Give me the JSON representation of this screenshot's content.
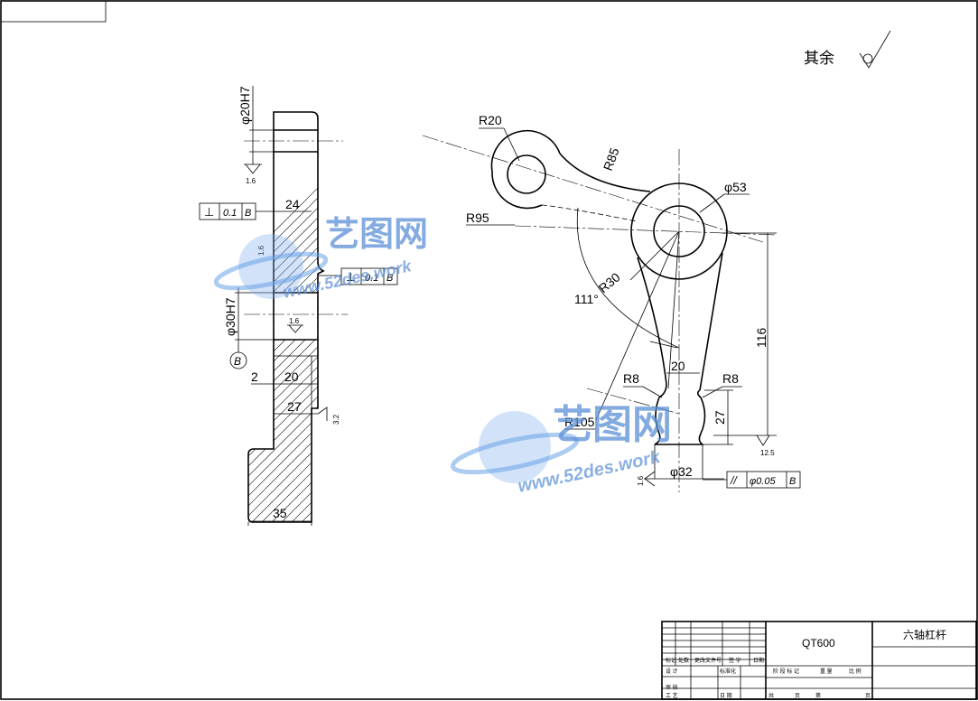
{
  "surface_note": {
    "label": "其余",
    "roughness_symbol": "roughness-machined-icon"
  },
  "section_view": {
    "dims": {
      "hole_top": "φ20H7",
      "hole_bottom": "φ30H7",
      "d24": "24",
      "d2": "2",
      "d20": "20",
      "d27": "27",
      "d35": "35"
    },
    "roughness": {
      "r1": "1.6",
      "r2": "1.6",
      "r3": "1.6",
      "r4": "3.2"
    },
    "tolerance_1": {
      "symbol": "⊥",
      "value": "0.1",
      "datum": "B"
    },
    "tolerance_2": {
      "symbol": "⊥",
      "value": "0.1",
      "datum": "B"
    },
    "datum_label": "B"
  },
  "front_view": {
    "dims": {
      "r20": "R20",
      "r85": "R85",
      "d53": "φ53",
      "r95": "R95",
      "r30": "R30",
      "a111": "111°",
      "d116": "116",
      "d20": "20",
      "r8_left": "R8",
      "r8_right": "R8",
      "r105": "R105",
      "d27": "27",
      "d32": "φ32"
    },
    "roughness": {
      "r1": "1.6",
      "r2": "12.5"
    },
    "tolerance": {
      "symbol": "//",
      "value": "φ0.05",
      "datum": "B"
    }
  },
  "title_block": {
    "material": "QT600",
    "part_name": "六轴杠杆",
    "row_labels": [
      "标记",
      "处数",
      "更改文件号",
      "签  字",
      "日期"
    ],
    "left_labels": [
      "设  计",
      "标准化",
      "审  核",
      "工  艺",
      "日  期"
    ],
    "stage_labels": [
      "阶  段  标  记",
      "重  量",
      "比  例"
    ],
    "sheet_labels": [
      "共",
      "页",
      "第",
      "页"
    ]
  },
  "watermark": {
    "brand": "艺图网",
    "url": "www.52des.work"
  }
}
